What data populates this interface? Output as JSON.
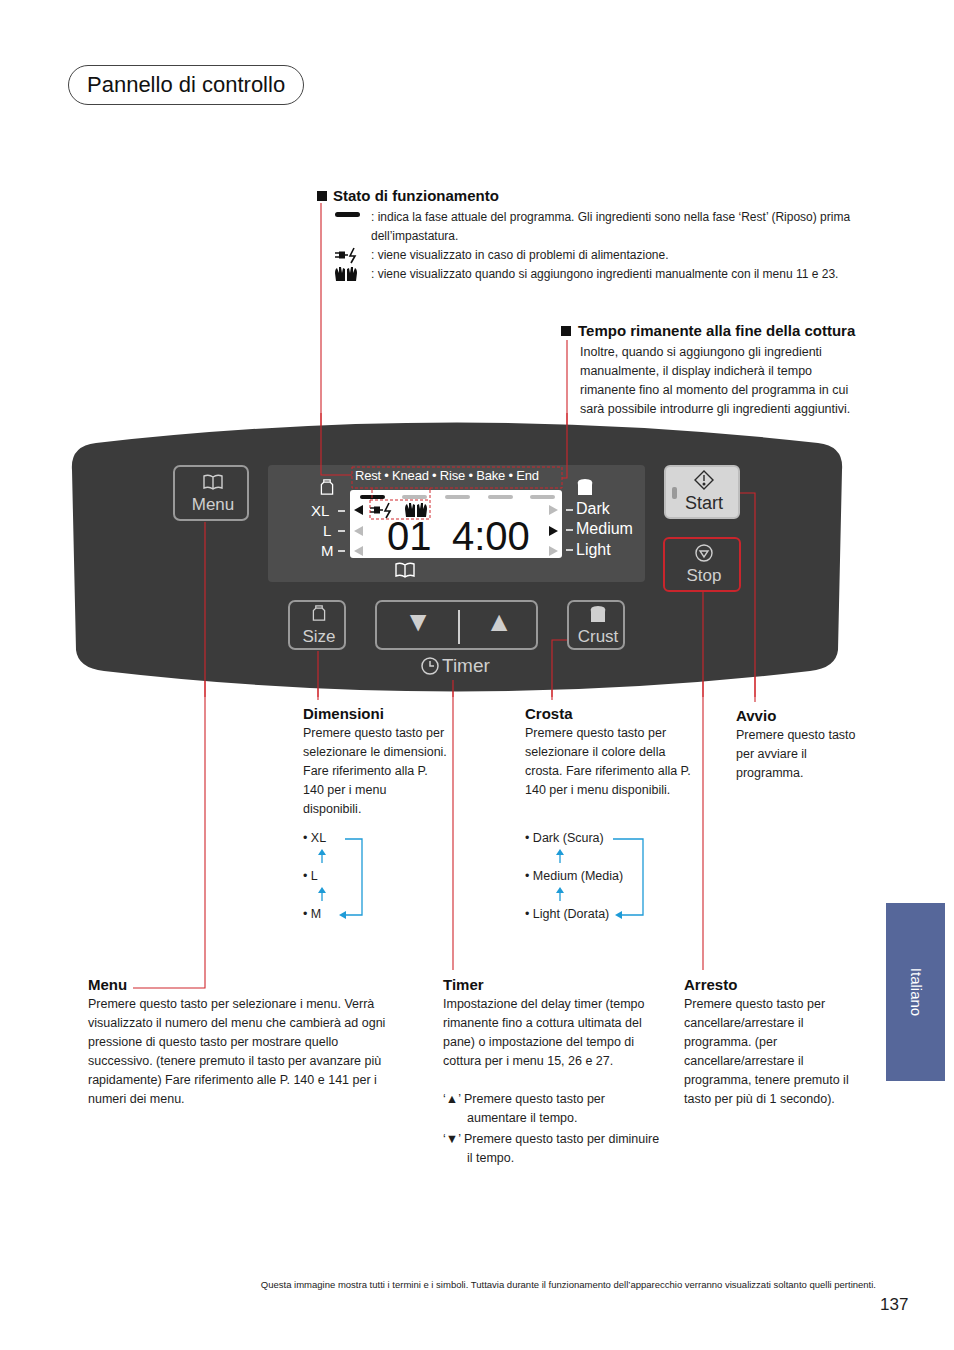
{
  "diagram": {
    "title": "Pannello di controllo",
    "caption": "Questa immagine mostra tutti i termini e i simboli. Tuttavia durante il funzionamento dell’apparecchio verranno visualizzati soltanto quelli pertinenti.",
    "nodes": [
      {
        "text": [
          "Timer"
        ]
      },
      {
        "text": [
          "Menu"
        ],
        "in": 0
      },
      {
        "text": [
          "Rest • Knead • Rise • Bake • End",
          "XL",
          "L",
          "M",
          "Dark",
          "Medium",
          "Light"
        ],
        "in": 0
      },
      {
        "text": [
          "01",
          "4:00"
        ],
        "in": 2
      },
      {
        "text": [
          "Start"
        ],
        "in": 0
      },
      {
        "text": [
          "Stop"
        ],
        "in": 0
      },
      {
        "text": [
          "Size"
        ],
        "in": 0
      },
      {
        "text": [
          "▼",
          "▲"
        ],
        "in": 0
      },
      {
        "text": [
          "Crust"
        ],
        "in": 0
      },
      {
        "text": [
          "Italiano"
        ]
      }
    ],
    "labels": [
      "Stato di funzionamento",
      ": indica la fase attuale del programma. Gli ingredienti sono nella fase ‘Rest’ (Riposo) prima dell’impastatura.",
      ": viene visualizzato in caso di problemi di alimentazione.",
      ": viene visualizzato quando si aggiungono ingredienti manualmente con il menu 11 e 23.",
      "Tempo rimanente alla fine della cottura",
      "Inoltre, quando si aggiungono gli ingredienti manualmente, il display indicherà il tempo rimanente fino al momento del programma in cui sarà possibile introdurre gli ingredienti aggiuntivi.",
      "Dimensioni",
      "Premere questo tasto per selezionare le dimensioni. Fare riferimento alla P. 140 per i menu disponibili.",
      "• XL",
      "• L",
      "• M",
      "Crosta",
      "Premere questo tasto per selezionare il colore della crosta. Fare riferimento alla P. 140 per i menu disponibili.",
      "• Dark (Scura)",
      "• Medium (Media)",
      "• Light (Dorata)",
      "Avvio",
      "Premere questo tasto per avviare il programma.",
      "Menu",
      "Premere questo tasto per selezionare i menu. Verrà visualizzato il numero del menu che cambierà ad ogni pressione di questo tasto per mostrare quello successivo. (tenere premuto il tasto per avanzare più rapidamente) Fare riferimento alle P. 140 e 141 per i numeri dei menu.",
      "Timer",
      "Impostazione del delay timer (tempo rimanente fino a cottura ultimata del pane) o impostazione del tempo di cottura per i menu 15, 26 e 27.",
      "‘▲’ Premere questo tasto per aumentare il tempo.",
      "‘▼’ Premere questo tasto per diminuire il tempo.",
      "Arresto",
      "Premere questo tasto per cancellare/arrestare il programma. (per cancellare/arrestare il programma, tenere premuto il tasto per più di 1 secondo).",
      "137"
    ]
  }
}
